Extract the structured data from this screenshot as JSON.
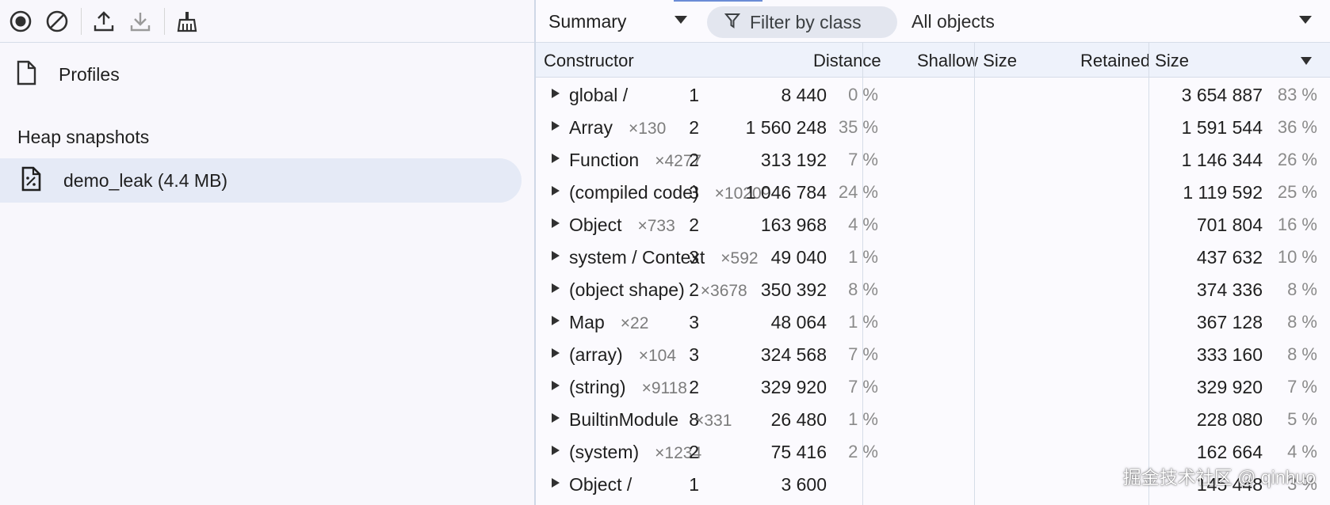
{
  "left_panel": {
    "profiles_label": "Profiles",
    "section_title": "Heap snapshots",
    "snapshot_label": "demo_leak (4.4 MB)"
  },
  "toolbar": {
    "icons": [
      "record-icon",
      "clear-icon",
      "upload-icon",
      "download-icon",
      "broom-icon"
    ]
  },
  "right_panel": {
    "view_select": "Summary",
    "filter_placeholder": "Filter by class",
    "objects_select": "All objects",
    "columns": {
      "constructor": "Constructor",
      "distance": "Distance",
      "shallow": "Shallow Size",
      "retained": "Retained Size"
    },
    "rows": [
      {
        "name": "global /",
        "count": "",
        "distance": "1",
        "shallow": "8 440",
        "shallow_pct": "0 %",
        "retained": "3 654 887",
        "retained_pct": "83 %"
      },
      {
        "name": "Array",
        "count": "×130",
        "distance": "2",
        "shallow": "1 560 248",
        "shallow_pct": "35 %",
        "retained": "1 591 544",
        "retained_pct": "36 %"
      },
      {
        "name": "Function",
        "count": "×4277",
        "distance": "2",
        "shallow": "313 192",
        "shallow_pct": "7 %",
        "retained": "1 146 344",
        "retained_pct": "26 %"
      },
      {
        "name": "(compiled code)",
        "count": "×10209",
        "distance": "3",
        "shallow": "1 046 784",
        "shallow_pct": "24 %",
        "retained": "1 119 592",
        "retained_pct": "25 %"
      },
      {
        "name": "Object",
        "count": "×733",
        "distance": "2",
        "shallow": "163 968",
        "shallow_pct": "4 %",
        "retained": "701 804",
        "retained_pct": "16 %"
      },
      {
        "name": "system / Context",
        "count": "×592",
        "distance": "3",
        "shallow": "49 040",
        "shallow_pct": "1 %",
        "retained": "437 632",
        "retained_pct": "10 %"
      },
      {
        "name": "(object shape)",
        "count": "×3678",
        "distance": "2",
        "shallow": "350 392",
        "shallow_pct": "8 %",
        "retained": "374 336",
        "retained_pct": "8 %"
      },
      {
        "name": "Map",
        "count": "×22",
        "distance": "3",
        "shallow": "48 064",
        "shallow_pct": "1 %",
        "retained": "367 128",
        "retained_pct": "8 %"
      },
      {
        "name": "(array)",
        "count": "×104",
        "distance": "3",
        "shallow": "324 568",
        "shallow_pct": "7 %",
        "retained": "333 160",
        "retained_pct": "8 %"
      },
      {
        "name": "(string)",
        "count": "×9118",
        "distance": "2",
        "shallow": "329 920",
        "shallow_pct": "7 %",
        "retained": "329 920",
        "retained_pct": "7 %"
      },
      {
        "name": "BuiltinModule",
        "count": "×331",
        "distance": "8",
        "shallow": "26 480",
        "shallow_pct": "1 %",
        "retained": "228 080",
        "retained_pct": "5 %"
      },
      {
        "name": "(system)",
        "count": "×1234",
        "distance": "2",
        "shallow": "75 416",
        "shallow_pct": "2 %",
        "retained": "162 664",
        "retained_pct": "4 %"
      },
      {
        "name": "Object /",
        "count": "",
        "distance": "1",
        "shallow": "3 600",
        "shallow_pct": "",
        "retained": "145 448",
        "retained_pct": "3 %"
      }
    ]
  },
  "watermark": "掘金技术社区 @ qinhuo"
}
